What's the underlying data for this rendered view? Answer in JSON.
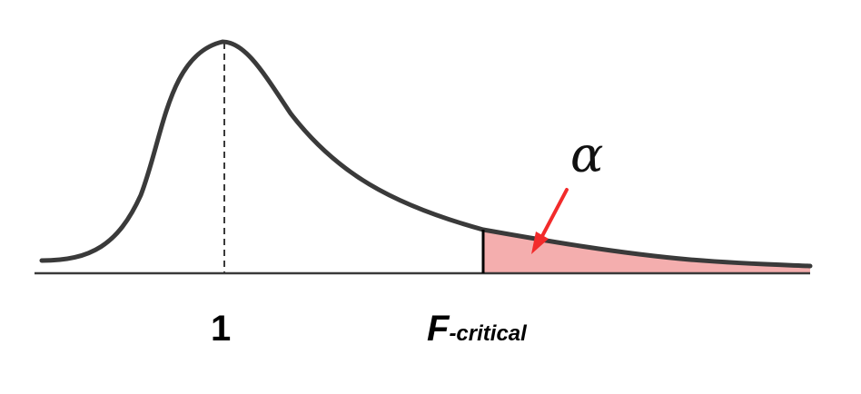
{
  "labels": {
    "mean": "1",
    "critical_main": "F",
    "critical_sub": "-critical",
    "alpha": "α"
  },
  "colors": {
    "curve": "#3a3a3a",
    "shaded_fill": "#f4aeae",
    "shaded_edge": "#7a4a4a",
    "arrow": "#f22b2b",
    "axis": "#3a3a3a"
  }
}
